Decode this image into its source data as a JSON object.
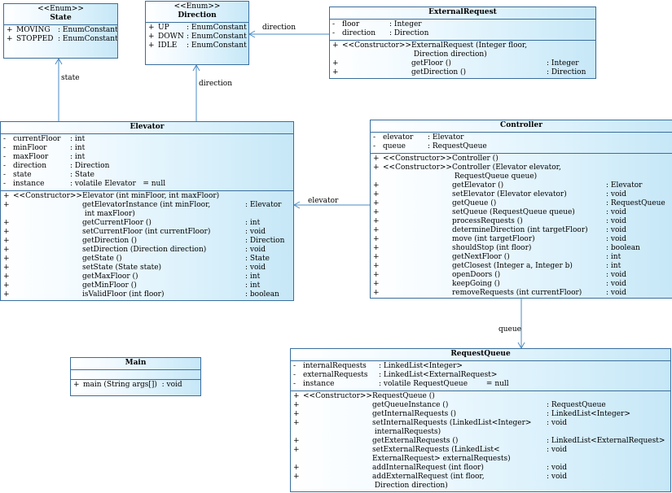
{
  "colors": {
    "border": "#3a6e9c",
    "fill": "#c6e7f7",
    "line": "#4a8bc4"
  },
  "classes": {
    "state": {
      "stereotype": "<<Enum>>",
      "name": "State",
      "attributes": [
        {
          "vis": "+",
          "name": "MOVING",
          "type": ": EnumConstant"
        },
        {
          "vis": "+",
          "name": "STOPPED",
          "type": ": EnumConstant"
        }
      ]
    },
    "direction": {
      "stereotype": "<<Enum>>",
      "name": "Direction",
      "attributes": [
        {
          "vis": "+",
          "name": "UP",
          "type": ": EnumConstant"
        },
        {
          "vis": "+",
          "name": "DOWN",
          "type": ": EnumConstant"
        },
        {
          "vis": "+",
          "name": "IDLE",
          "type": ": EnumConstant"
        }
      ]
    },
    "external_request": {
      "name": "ExternalRequest",
      "attributes": [
        {
          "vis": "-",
          "name": "floor",
          "type": ": Integer"
        },
        {
          "vis": "-",
          "name": "direction",
          "type": ": Direction"
        }
      ],
      "operations": [
        {
          "vis": "+",
          "stereo": "<<Constructor>>",
          "sig": "ExternalRequest (Integer floor,\n Direction direction)",
          "ret": ""
        },
        {
          "vis": "+",
          "stereo": "",
          "sig": "getFloor ()",
          "ret": ": Integer"
        },
        {
          "vis": "+",
          "stereo": "",
          "sig": "getDirection ()",
          "ret": ": Direction"
        }
      ]
    },
    "elevator": {
      "name": "Elevator",
      "attributes": [
        {
          "vis": "-",
          "name": "currentFloor",
          "type": ": int"
        },
        {
          "vis": "-",
          "name": "minFloor",
          "type": ": int"
        },
        {
          "vis": "-",
          "name": "maxFloor",
          "type": ": int"
        },
        {
          "vis": "-",
          "name": "direction",
          "type": ": Direction"
        },
        {
          "vis": "-",
          "name": "state",
          "type": ": State"
        },
        {
          "vis": "-",
          "name": "instance",
          "type": ": volatile Elevator   = null"
        }
      ],
      "operations": [
        {
          "vis": "+",
          "stereo": "<<Constructor>>",
          "sig": "Elevator (int minFloor, int maxFloor)",
          "ret": ""
        },
        {
          "vis": "+",
          "stereo": "",
          "sig": "getElevatorInstance (int minFloor,\n int maxFloor)",
          "ret": ": Elevator"
        },
        {
          "vis": "+",
          "stereo": "",
          "sig": "getCurrentFloor ()",
          "ret": ": int"
        },
        {
          "vis": "+",
          "stereo": "",
          "sig": "setCurrentFloor (int currentFloor)",
          "ret": ": void"
        },
        {
          "vis": "+",
          "stereo": "",
          "sig": "getDirection ()",
          "ret": ": Direction"
        },
        {
          "vis": "+",
          "stereo": "",
          "sig": "setDirection (Direction direction)",
          "ret": ": void"
        },
        {
          "vis": "+",
          "stereo": "",
          "sig": "getState ()",
          "ret": ": State"
        },
        {
          "vis": "+",
          "stereo": "",
          "sig": "setState (State state)",
          "ret": ": void"
        },
        {
          "vis": "+",
          "stereo": "",
          "sig": "getMaxFloor ()",
          "ret": ": int"
        },
        {
          "vis": "+",
          "stereo": "",
          "sig": "getMinFloor ()",
          "ret": ": int"
        },
        {
          "vis": "+",
          "stereo": "",
          "sig": "isValidFloor (int floor)",
          "ret": ": boolean"
        }
      ]
    },
    "controller": {
      "name": "Controller",
      "attributes": [
        {
          "vis": "-",
          "name": "elevator",
          "type": ": Elevator"
        },
        {
          "vis": "-",
          "name": "queue",
          "type": ": RequestQueue"
        }
      ],
      "operations": [
        {
          "vis": "+",
          "stereo": "<<Constructor>>",
          "sig": "Controller ()",
          "ret": ""
        },
        {
          "vis": "+",
          "stereo": "<<Constructor>>",
          "sig": "Controller (Elevator elevator,\n RequestQueue queue)",
          "ret": ""
        },
        {
          "vis": "+",
          "stereo": "",
          "sig": "getElevator ()",
          "ret": ": Elevator"
        },
        {
          "vis": "+",
          "stereo": "",
          "sig": "setElevator (Elevator elevator)",
          "ret": ": void"
        },
        {
          "vis": "+",
          "stereo": "",
          "sig": "getQueue ()",
          "ret": ": RequestQueue"
        },
        {
          "vis": "+",
          "stereo": "",
          "sig": "setQueue (RequestQueue queue)",
          "ret": ": void"
        },
        {
          "vis": "+",
          "stereo": "",
          "sig": "processRequests ()",
          "ret": ": void"
        },
        {
          "vis": "+",
          "stereo": "",
          "sig": "determineDirection (int targetFloor)",
          "ret": ": void"
        },
        {
          "vis": "+",
          "stereo": "",
          "sig": "move (int targetFloor)",
          "ret": ": void"
        },
        {
          "vis": "+",
          "stereo": "",
          "sig": "shouldStop (int floor)",
          "ret": ": boolean"
        },
        {
          "vis": "+",
          "stereo": "",
          "sig": "getNextFloor ()",
          "ret": ": int"
        },
        {
          "vis": "+",
          "stereo": "",
          "sig": "getClosest (Integer a, Integer b)",
          "ret": ": int"
        },
        {
          "vis": "+",
          "stereo": "",
          "sig": "openDoors ()",
          "ret": ": void"
        },
        {
          "vis": "+",
          "stereo": "",
          "sig": "keepGoing ()",
          "ret": ": void"
        },
        {
          "vis": "+",
          "stereo": "",
          "sig": "removeRequests (int currentFloor)",
          "ret": ": void"
        }
      ]
    },
    "main": {
      "name": "Main",
      "attributes": [],
      "operations": [
        {
          "vis": "+",
          "stereo": "",
          "sig": "main (String args[])  : void",
          "ret": ""
        }
      ]
    },
    "request_queue": {
      "name": "RequestQueue",
      "attributes": [
        {
          "vis": "-",
          "name": "internalRequests",
          "type": ": LinkedList<Integer>"
        },
        {
          "vis": "-",
          "name": "externalRequests",
          "type": ": LinkedList<ExternalRequest>"
        },
        {
          "vis": "-",
          "name": "instance",
          "type": ": volatile RequestQueue        = null"
        }
      ],
      "operations": [
        {
          "vis": "+",
          "stereo": "<<Constructor>>",
          "sig": "RequestQueue ()",
          "ret": ""
        },
        {
          "vis": "+",
          "stereo": "",
          "sig": "getQueueInstance ()",
          "ret": ": RequestQueue"
        },
        {
          "vis": "+",
          "stereo": "",
          "sig": "getInternalRequests ()",
          "ret": ": LinkedList<Integer>"
        },
        {
          "vis": "+",
          "stereo": "",
          "sig": "setInternalRequests (LinkedList<Integer>\n internalRequests)",
          "ret": ": void"
        },
        {
          "vis": "+",
          "stereo": "",
          "sig": "getExternalRequests ()",
          "ret": ": LinkedList<ExternalRequest>"
        },
        {
          "vis": "+",
          "stereo": "",
          "sig": "setExternalRequests (LinkedList<\nExternalRequest> externalRequests)",
          "ret": ": void"
        },
        {
          "vis": "+",
          "stereo": "",
          "sig": "addInternalRequest (int floor)",
          "ret": ": void"
        },
        {
          "vis": "+",
          "stereo": "",
          "sig": "addExternalRequest (int floor,\n Direction direction)",
          "ret": ": void"
        }
      ]
    }
  },
  "associations": {
    "elevator_state": "state",
    "elevator_direction": "direction",
    "external_direction": "direction",
    "controller_elevator": "elevator",
    "controller_queue": "queue"
  }
}
